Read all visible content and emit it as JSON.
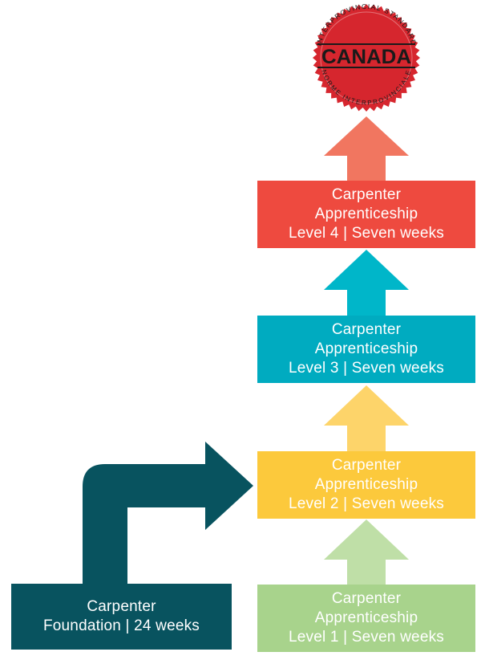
{
  "seal": {
    "center_text": "CANADA",
    "top_arc_text": "INTERPROVINCIAL STANDARD",
    "bottom_arc_text": "NORME INTERPROVINCIALE",
    "color": "#d6262e"
  },
  "foundation": {
    "line1": "Carpenter",
    "line2": "Foundation | 24 weeks",
    "color": "#08535f"
  },
  "levels": [
    {
      "line1": "Carpenter",
      "line2": "Apprenticeship",
      "line3": "Level 1 | Seven weeks",
      "color": "#a8d38c",
      "arrow_color": "#bfdfa7"
    },
    {
      "line1": "Carpenter",
      "line2": "Apprenticeship",
      "line3": "Level 2 | Seven weeks",
      "color": "#fcc93c",
      "arrow_color": "#fdd46a"
    },
    {
      "line1": "Carpenter",
      "line2": "Apprenticeship",
      "line3": "Level 3 | Seven weeks",
      "color": "#00abc0",
      "arrow_color": "#00b6c9"
    },
    {
      "line1": "Carpenter",
      "line2": "Apprenticeship",
      "line3": "Level 4 | Seven weeks",
      "color": "#ee4a3f",
      "arrow_color": "#f17660"
    }
  ]
}
